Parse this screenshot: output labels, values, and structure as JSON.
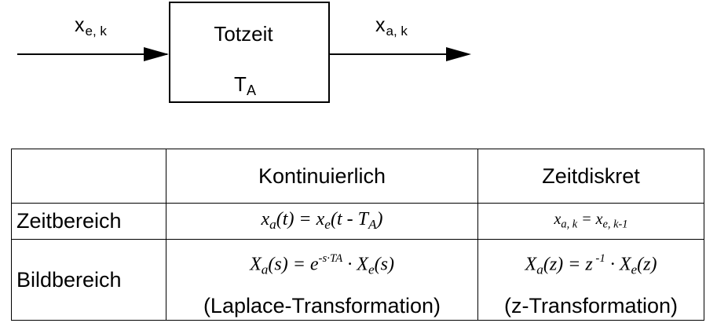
{
  "block": {
    "input_label": "x",
    "input_sub": "e, k",
    "output_label": "x",
    "output_sub": "a, k",
    "title": "Totzeit",
    "param": "T",
    "param_sub": "A"
  },
  "table": {
    "headers": [
      "",
      "Kontinuierlich",
      "Zeitdiskret"
    ],
    "rows": [
      {
        "label": "Zeitbereich",
        "continuous": "x_a(t) = x_e(t - T_A)",
        "discrete": "x_{a,k} = x_{e,k-1}"
      },
      {
        "label": "Bildbereich",
        "continuous": "X_a(s) = e^{-s·TA} · X_e(s)",
        "continuous_note": "(Laplace-Transformation)",
        "discrete": "X_a(z) = z^{-1} · X_e(z)",
        "discrete_note": "(z-Transformation)"
      }
    ]
  }
}
